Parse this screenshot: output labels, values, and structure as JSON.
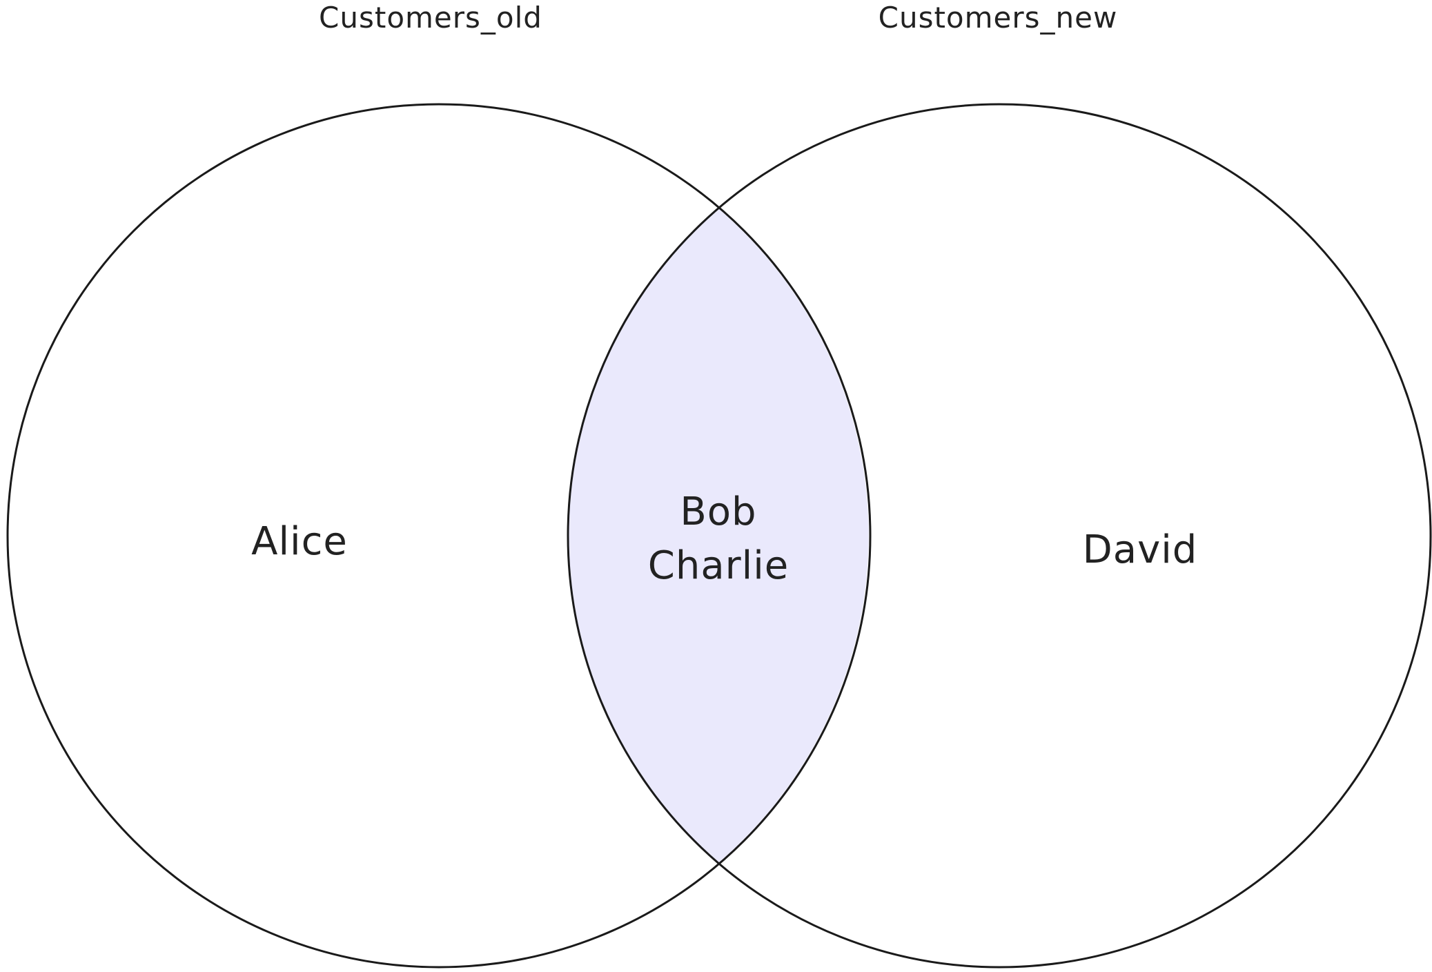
{
  "diagram": {
    "type": "venn",
    "sets": [
      {
        "label": "Customers_old",
        "only_members": [
          "Alice"
        ]
      },
      {
        "label": "Customers_new",
        "only_members": [
          "David"
        ]
      }
    ],
    "intersection": {
      "members": [
        "Bob",
        "Charlie"
      ]
    }
  },
  "colors": {
    "outline": "#1a1a1a",
    "intersection_fill": "#eae9fc",
    "text": "#222222"
  }
}
